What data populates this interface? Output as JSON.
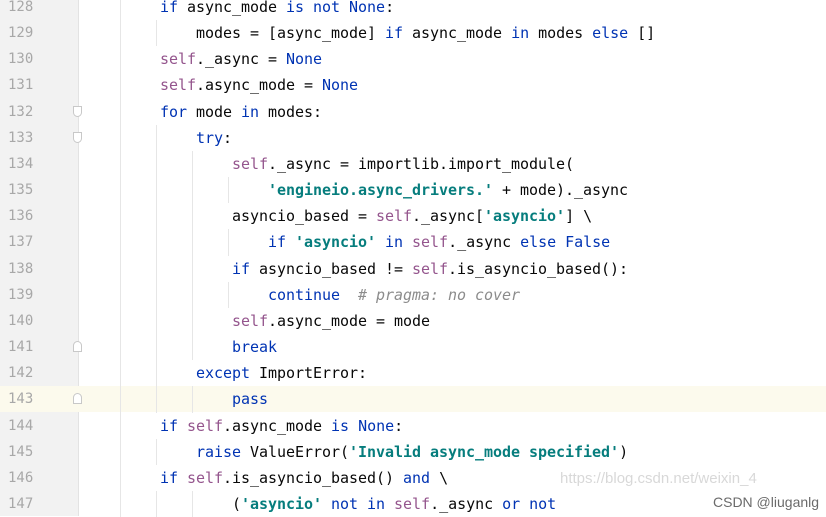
{
  "editor": {
    "current_line": 143,
    "lines": [
      {
        "n": "128",
        "indent": 2,
        "fold": "",
        "tokens": [
          [
            "if ",
            "kw"
          ],
          [
            "async_mode ",
            ""
          ],
          [
            "is not ",
            "kw"
          ],
          [
            "None",
            "kw"
          ],
          [
            ":",
            ""
          ]
        ]
      },
      {
        "n": "129",
        "indent": 3,
        "fold": "",
        "tokens": [
          [
            "modes = [async_mode] ",
            ""
          ],
          [
            "if ",
            "kw"
          ],
          [
            "async_mode ",
            ""
          ],
          [
            "in ",
            "kw"
          ],
          [
            "modes ",
            ""
          ],
          [
            "else ",
            "kw"
          ],
          [
            "[]",
            ""
          ]
        ]
      },
      {
        "n": "130",
        "indent": 2,
        "fold": "",
        "tokens": [
          [
            "self",
            "self"
          ],
          [
            "._async = ",
            ""
          ],
          [
            "None",
            "kw"
          ]
        ]
      },
      {
        "n": "131",
        "indent": 2,
        "fold": "",
        "tokens": [
          [
            "self",
            "self"
          ],
          [
            ".async_mode = ",
            ""
          ],
          [
            "None",
            "kw"
          ]
        ]
      },
      {
        "n": "132",
        "indent": 2,
        "fold": "down",
        "tokens": [
          [
            "for ",
            "kw"
          ],
          [
            "mode ",
            ""
          ],
          [
            "in ",
            "kw"
          ],
          [
            "modes:",
            ""
          ]
        ]
      },
      {
        "n": "133",
        "indent": 3,
        "fold": "down",
        "tokens": [
          [
            "try",
            "kw"
          ],
          [
            ":",
            ""
          ]
        ]
      },
      {
        "n": "134",
        "indent": 4,
        "fold": "",
        "tokens": [
          [
            "self",
            "self"
          ],
          [
            "._async = importlib.import_module(",
            ""
          ]
        ]
      },
      {
        "n": "135",
        "indent": 5,
        "fold": "",
        "tokens": [
          [
            "'engineio.async_drivers.'",
            "str"
          ],
          [
            " + mode)._async",
            ""
          ]
        ]
      },
      {
        "n": "136",
        "indent": 4,
        "fold": "",
        "tokens": [
          [
            "asyncio_based = ",
            ""
          ],
          [
            "self",
            "self"
          ],
          [
            "._async[",
            ""
          ],
          [
            "'asyncio'",
            "str"
          ],
          [
            "] \\",
            ""
          ]
        ]
      },
      {
        "n": "137",
        "indent": 5,
        "fold": "",
        "tokens": [
          [
            "if ",
            "kw"
          ],
          [
            "'asyncio'",
            "str"
          ],
          [
            " in ",
            "kw"
          ],
          [
            "self",
            "self"
          ],
          [
            "._async ",
            ""
          ],
          [
            "else ",
            "kw"
          ],
          [
            "False",
            "kw"
          ]
        ]
      },
      {
        "n": "138",
        "indent": 4,
        "fold": "",
        "tokens": [
          [
            "if ",
            "kw"
          ],
          [
            "asyncio_based != ",
            ""
          ],
          [
            "self",
            "self"
          ],
          [
            ".is_asyncio_based():",
            ""
          ]
        ]
      },
      {
        "n": "139",
        "indent": 5,
        "fold": "",
        "tokens": [
          [
            "continue",
            "kw"
          ],
          [
            "  ",
            ""
          ],
          [
            "# pragma: no cover",
            "cmt"
          ]
        ]
      },
      {
        "n": "140",
        "indent": 4,
        "fold": "",
        "tokens": [
          [
            "self",
            "self"
          ],
          [
            ".async_mode = mode",
            ""
          ]
        ]
      },
      {
        "n": "141",
        "indent": 4,
        "fold": "up",
        "tokens": [
          [
            "break",
            "kw"
          ]
        ]
      },
      {
        "n": "142",
        "indent": 3,
        "fold": "",
        "tokens": [
          [
            "except ",
            "kw"
          ],
          [
            "ImportError:",
            ""
          ]
        ]
      },
      {
        "n": "143",
        "indent": 4,
        "fold": "up",
        "tokens": [
          [
            "pass",
            "kw"
          ]
        ]
      },
      {
        "n": "144",
        "indent": 2,
        "fold": "",
        "tokens": [
          [
            "if ",
            "kw"
          ],
          [
            "self",
            "self"
          ],
          [
            ".async_mode ",
            ""
          ],
          [
            "is ",
            "kw"
          ],
          [
            "None",
            "kw"
          ],
          [
            ":",
            ""
          ]
        ]
      },
      {
        "n": "145",
        "indent": 3,
        "fold": "",
        "tokens": [
          [
            "raise ",
            "kw"
          ],
          [
            "ValueError(",
            ""
          ],
          [
            "'Invalid async_mode specified'",
            "str"
          ],
          [
            ")",
            ""
          ]
        ]
      },
      {
        "n": "146",
        "indent": 2,
        "fold": "",
        "tokens": [
          [
            "if ",
            "kw"
          ],
          [
            "self",
            "self"
          ],
          [
            ".is_asyncio_based() ",
            ""
          ],
          [
            "and ",
            "kw"
          ],
          [
            "\\",
            ""
          ]
        ]
      },
      {
        "n": "147",
        "indent": 4,
        "fold": "",
        "tokens": [
          [
            "(",
            ""
          ],
          [
            "'asyncio'",
            "str"
          ],
          [
            " not in ",
            "kw"
          ],
          [
            "self",
            "self"
          ],
          [
            "._async ",
            ""
          ],
          [
            "or ",
            "kw"
          ],
          [
            "not",
            "kw"
          ]
        ]
      }
    ]
  },
  "watermark": {
    "url": "https://blog.csdn.net/weixin_4",
    "brand": "CSDN @liuganlg"
  }
}
